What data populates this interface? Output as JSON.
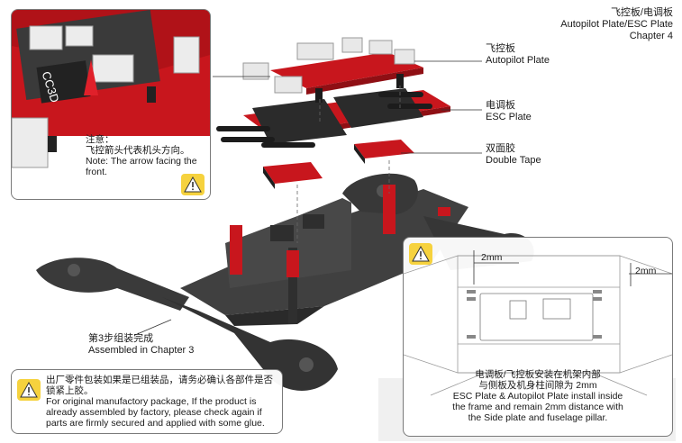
{
  "header": {
    "title_cn": "飞控板/电调板",
    "title_en": "Autopilot Plate/ESC Plate",
    "chapter": "Chapter 4"
  },
  "labels": {
    "autopilot_cn": "飞控板",
    "autopilot_en": "Autopilot Plate",
    "esc_cn": "电调板",
    "esc_en": "ESC Plate",
    "tape_cn": "双面胶",
    "tape_en": "Double Tape",
    "step3_cn": "第3步组装完成",
    "step3_en": "Assembled in Chapter 3"
  },
  "inset_board": {
    "board_text": "CC3D",
    "note_heading_cn": "注意：",
    "note_cn": "飞控箭头代表机头方向。",
    "note_en_line1": "Note: The arrow facing the",
    "note_en_line2": "front."
  },
  "inset_mount": {
    "dim_top": "2mm",
    "dim_right": "2mm",
    "note_cn_line1": "电调板/飞控板安装在机架内部",
    "note_cn_line2": "与侧板及机身柱间隙为 2mm",
    "note_en_line1": "ESC Plate & Autopilot Plate install inside",
    "note_en_line2": "the frame and remain 2mm distance with",
    "note_en_line3": "the Side plate and fuselage pillar."
  },
  "bottom_note": {
    "cn_line1": "出厂零件包装如果是已组装品，请务必确认各部件是否",
    "cn_line2": "锁紧上胶。",
    "en_line1": "For original manufactory package, If the product is",
    "en_line2": "already assembled by factory, please check again if",
    "en_line3": "parts are firmly secured and applied with some glue."
  },
  "icons": {
    "warning": "warning-icon",
    "arrow": "arrow-up-icon"
  },
  "colors": {
    "frame": "#3a3a3a",
    "pcb": "#c8161d",
    "warning": "#f6d23e"
  }
}
